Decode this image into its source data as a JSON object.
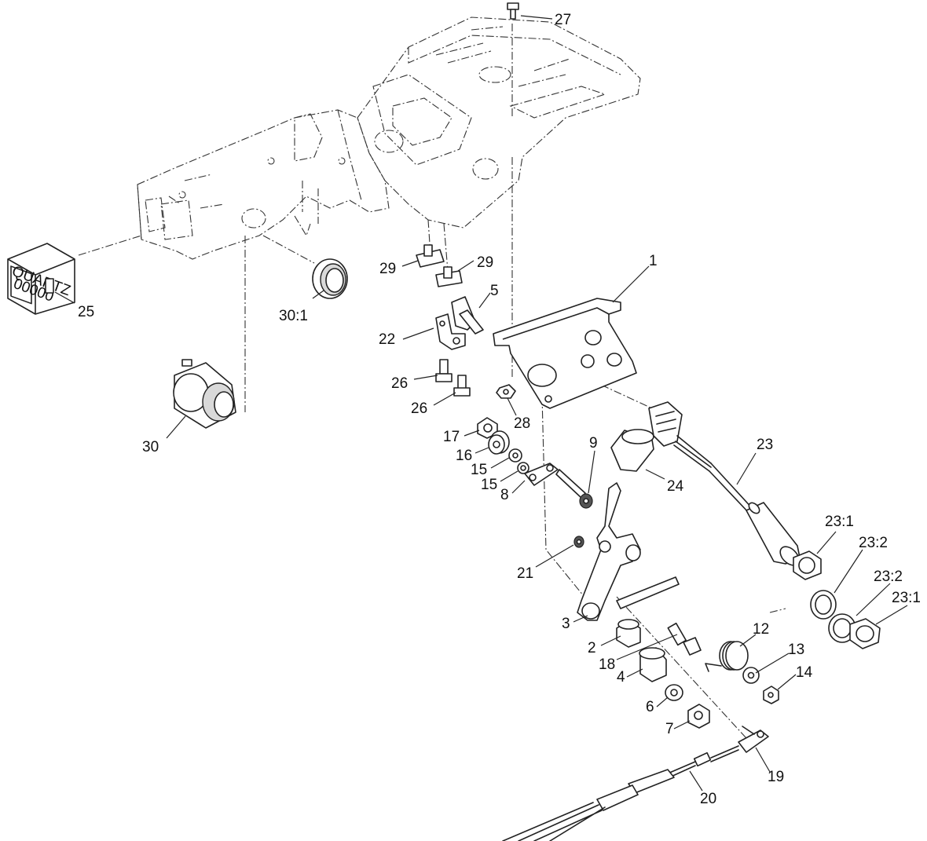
{
  "callouts": [
    {
      "text": "27"
    },
    {
      "text": "29"
    },
    {
      "text": "29"
    },
    {
      "text": "1"
    },
    {
      "text": "5"
    },
    {
      "text": "25"
    },
    {
      "text": "30:1"
    },
    {
      "text": "22"
    },
    {
      "text": "26"
    },
    {
      "text": "26"
    },
    {
      "text": "28"
    },
    {
      "text": "30"
    },
    {
      "text": "17"
    },
    {
      "text": "16"
    },
    {
      "text": "15"
    },
    {
      "text": "15"
    },
    {
      "text": "8"
    },
    {
      "text": "9"
    },
    {
      "text": "24"
    },
    {
      "text": "23"
    },
    {
      "text": "23:1"
    },
    {
      "text": "23:2"
    },
    {
      "text": "23:2"
    },
    {
      "text": "23:1"
    },
    {
      "text": "21"
    },
    {
      "text": "3"
    },
    {
      "text": "2"
    },
    {
      "text": "12"
    },
    {
      "text": "18"
    },
    {
      "text": "13"
    },
    {
      "text": "4"
    },
    {
      "text": "14"
    },
    {
      "text": "6"
    },
    {
      "text": "7"
    },
    {
      "text": "19"
    },
    {
      "text": "20"
    }
  ],
  "hour_meter": {
    "brand": "QUARTZ",
    "display": "00000"
  }
}
